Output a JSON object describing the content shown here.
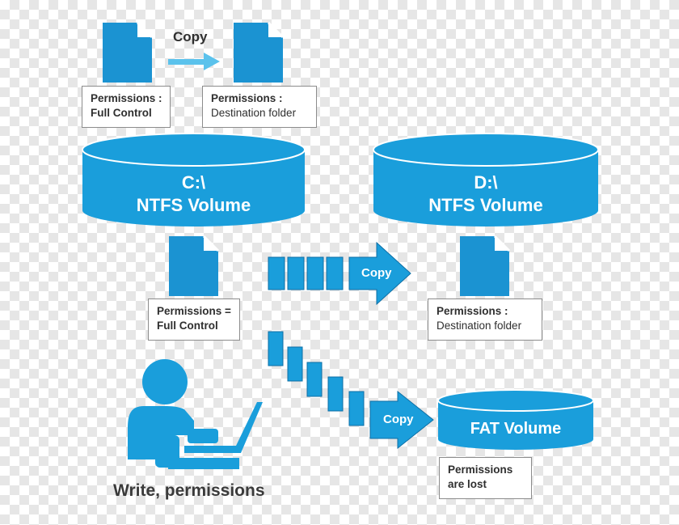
{
  "top": {
    "copy_label": "Copy",
    "source_perm": [
      "Permissions :",
      "Full Control"
    ],
    "dest_perm": [
      "Permissions :",
      "Destination folder"
    ]
  },
  "volumes": {
    "c": {
      "line1": "C:\\",
      "line2": "NTFS Volume"
    },
    "d": {
      "line1": "D:\\",
      "line2": "NTFS Volume"
    },
    "fat": {
      "label": "FAT Volume"
    }
  },
  "middle": {
    "source_perm": [
      "Permissions =",
      "Full Control"
    ],
    "arrow_label": "Copy",
    "dest_perm": [
      "Permissions :",
      "Destination folder"
    ]
  },
  "bottom": {
    "arrow_label": "Copy",
    "fat_perm": [
      "Permissions",
      "are lost"
    ],
    "caption": "Write, permissions"
  },
  "colors": {
    "primary": "#1a9edb",
    "primary_dark": "#1582b8",
    "file_icon": "#1b93d2",
    "arrow_light": "#5bc2ec"
  }
}
